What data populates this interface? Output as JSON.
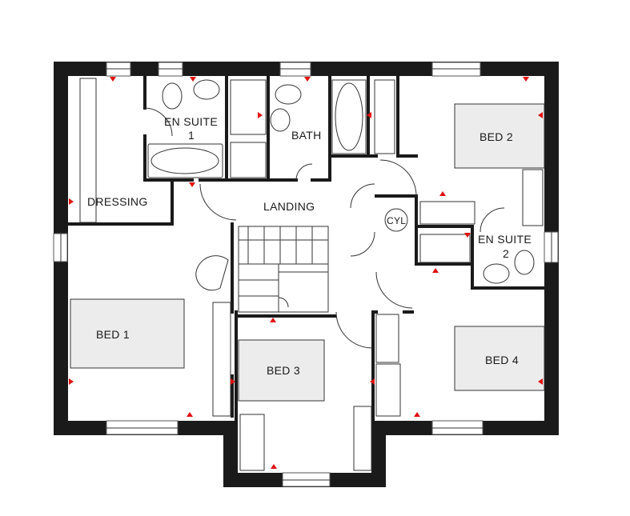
{
  "title": "First floor plan",
  "rooms": {
    "en_suite_1": [
      "EN SUITE",
      "1"
    ],
    "bath": "BATH",
    "dressing": "DRESSING",
    "landing": "LANDING",
    "cyl": "CYL",
    "en_suite_2": [
      "EN SUITE",
      "2"
    ],
    "bed_1": "BED 1",
    "bed_2": "BED 2",
    "bed_3": "BED 3",
    "bed_4": "BED 4"
  },
  "colors": {
    "wall": "#1a1a1a",
    "marker": "#e01010",
    "furniture": "#ececec"
  }
}
